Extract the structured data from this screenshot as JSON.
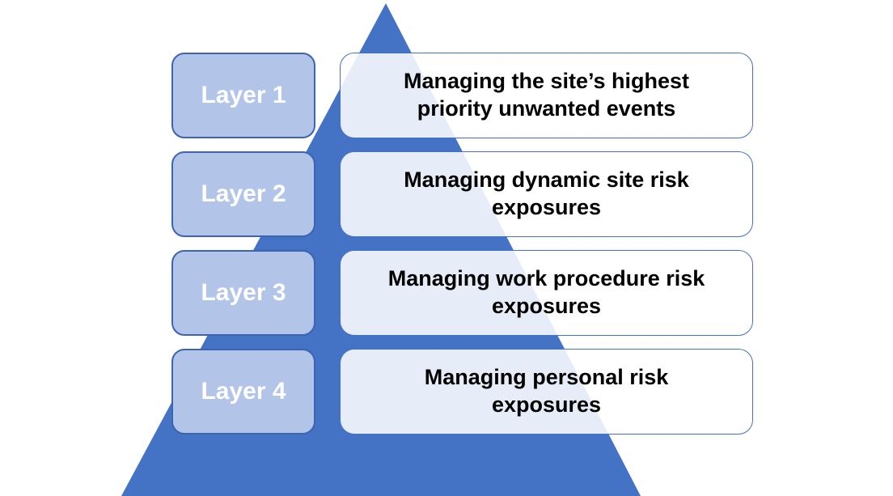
{
  "diagram": {
    "type": "layered-pyramid",
    "colors": {
      "pyramid_fill": "#4472C4",
      "layer_box_fill": "#B2C5E8",
      "layer_box_border": "#3D64AE",
      "layer_label_text": "#FFFFFF",
      "description_box_border": "#4472C4",
      "description_box_fill": "rgba(255,255,255,0.87)",
      "description_text": "#000000",
      "background": "#FFFFFF"
    },
    "layers": [
      {
        "label": "Layer 1",
        "description": "Managing the site’s highest priority unwanted events"
      },
      {
        "label": "Layer 2",
        "description": "Managing dynamic site risk exposures"
      },
      {
        "label": "Layer 3",
        "description": "Managing work procedure risk exposures"
      },
      {
        "label": "Layer 4",
        "description": "Managing personal risk exposures"
      }
    ]
  }
}
